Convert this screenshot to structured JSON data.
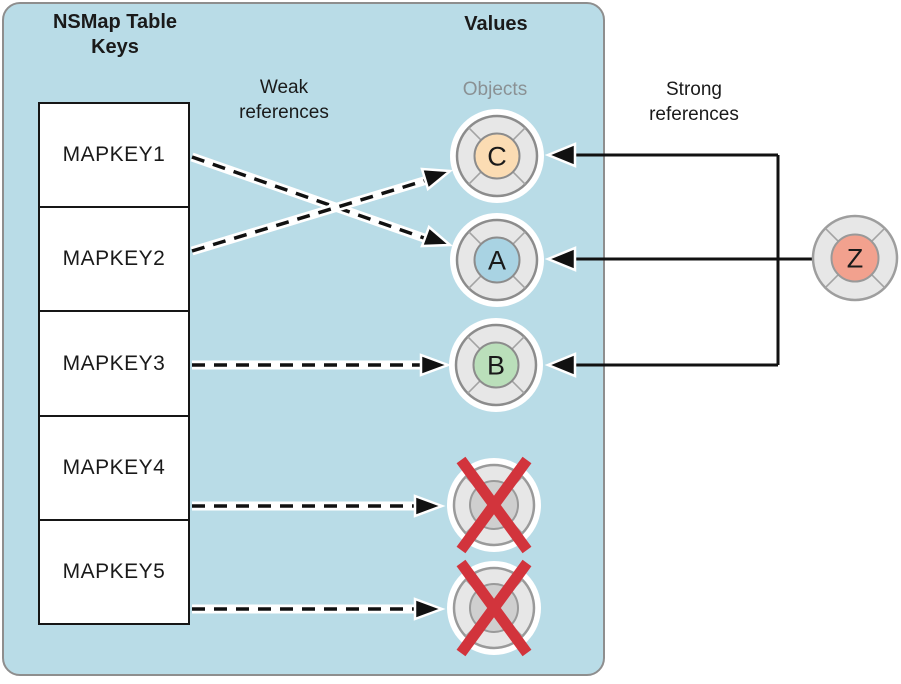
{
  "panel": {
    "title_line1": "NSMap Table",
    "title_line2": "Keys",
    "values_title": "Values",
    "bg_color": "#b9dce7",
    "border_color": "#8e8e8e"
  },
  "annotations": {
    "weak_line1": "Weak",
    "weak_line2": "references",
    "objects_label": "Objects",
    "strong_line1": "Strong",
    "strong_line2": "references"
  },
  "keys": {
    "items": [
      {
        "label": "MAPKEY1"
      },
      {
        "label": "MAPKEY2"
      },
      {
        "label": "MAPKEY3"
      },
      {
        "label": "MAPKEY4"
      },
      {
        "label": "MAPKEY5"
      }
    ]
  },
  "values": {
    "objects": [
      {
        "label": "C",
        "fill": "#fbdcb3"
      },
      {
        "label": "A",
        "fill": "#a9d3e3"
      },
      {
        "label": "B",
        "fill": "#badfba"
      }
    ],
    "deallocated": {
      "count": 2,
      "fill": "#cfcfcf",
      "x_color": "#d2343c"
    }
  },
  "external_object": {
    "label": "Z",
    "fill": "#f2a18e"
  },
  "references": {
    "weak": [
      {
        "from": "MAPKEY1",
        "to": "A"
      },
      {
        "from": "MAPKEY2",
        "to": "C"
      },
      {
        "from": "MAPKEY3",
        "to": "B"
      },
      {
        "from": "MAPKEY4",
        "to": "deallocated-1"
      },
      {
        "from": "MAPKEY5",
        "to": "deallocated-2"
      }
    ],
    "strong": [
      {
        "from": "Z",
        "to": "C"
      },
      {
        "from": "Z",
        "to": "A"
      },
      {
        "from": "Z",
        "to": "B"
      }
    ]
  },
  "colors": {
    "ring_fill": "#e7e7e7",
    "ring_stroke": "#8c8c8c",
    "objects_label_gray": "#8a9194",
    "arrow_black": "#111111"
  }
}
